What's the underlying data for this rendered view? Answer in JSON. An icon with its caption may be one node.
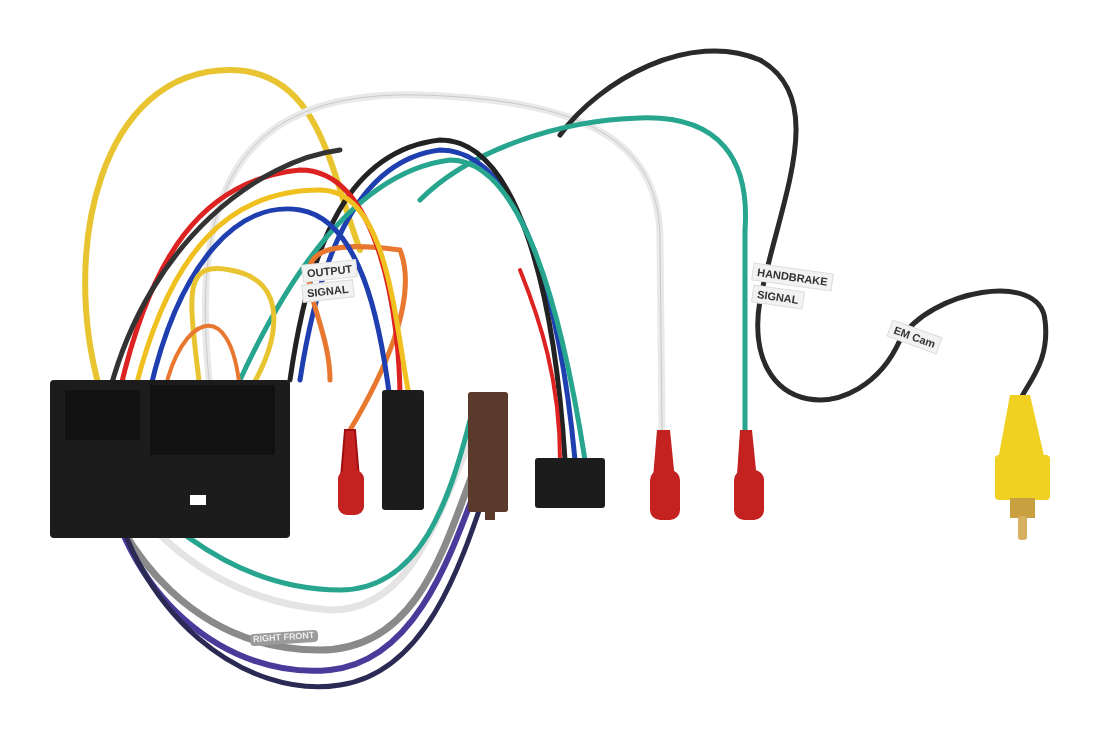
{
  "diagram": {
    "labels": [
      "OUTPUT",
      "SIGNAL",
      "HANDBRAKE",
      "SIGNAL",
      "EM Cam",
      "RIGHT FRONT"
    ]
  }
}
